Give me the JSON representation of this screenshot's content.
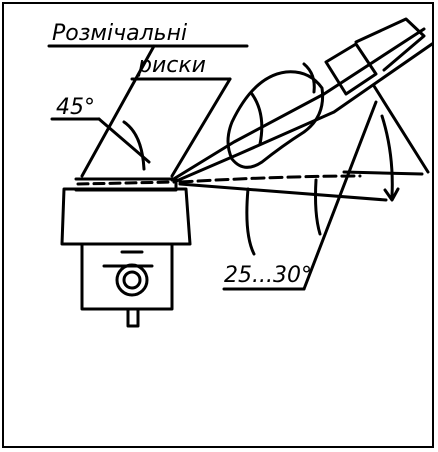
{
  "labels": {
    "title_line1": "Розмічальні",
    "title_line2": "риски",
    "angle_top": "45°",
    "angle_bottom": "25...30°"
  },
  "colors": {
    "ink": "#000000",
    "paper": "#ffffff"
  }
}
